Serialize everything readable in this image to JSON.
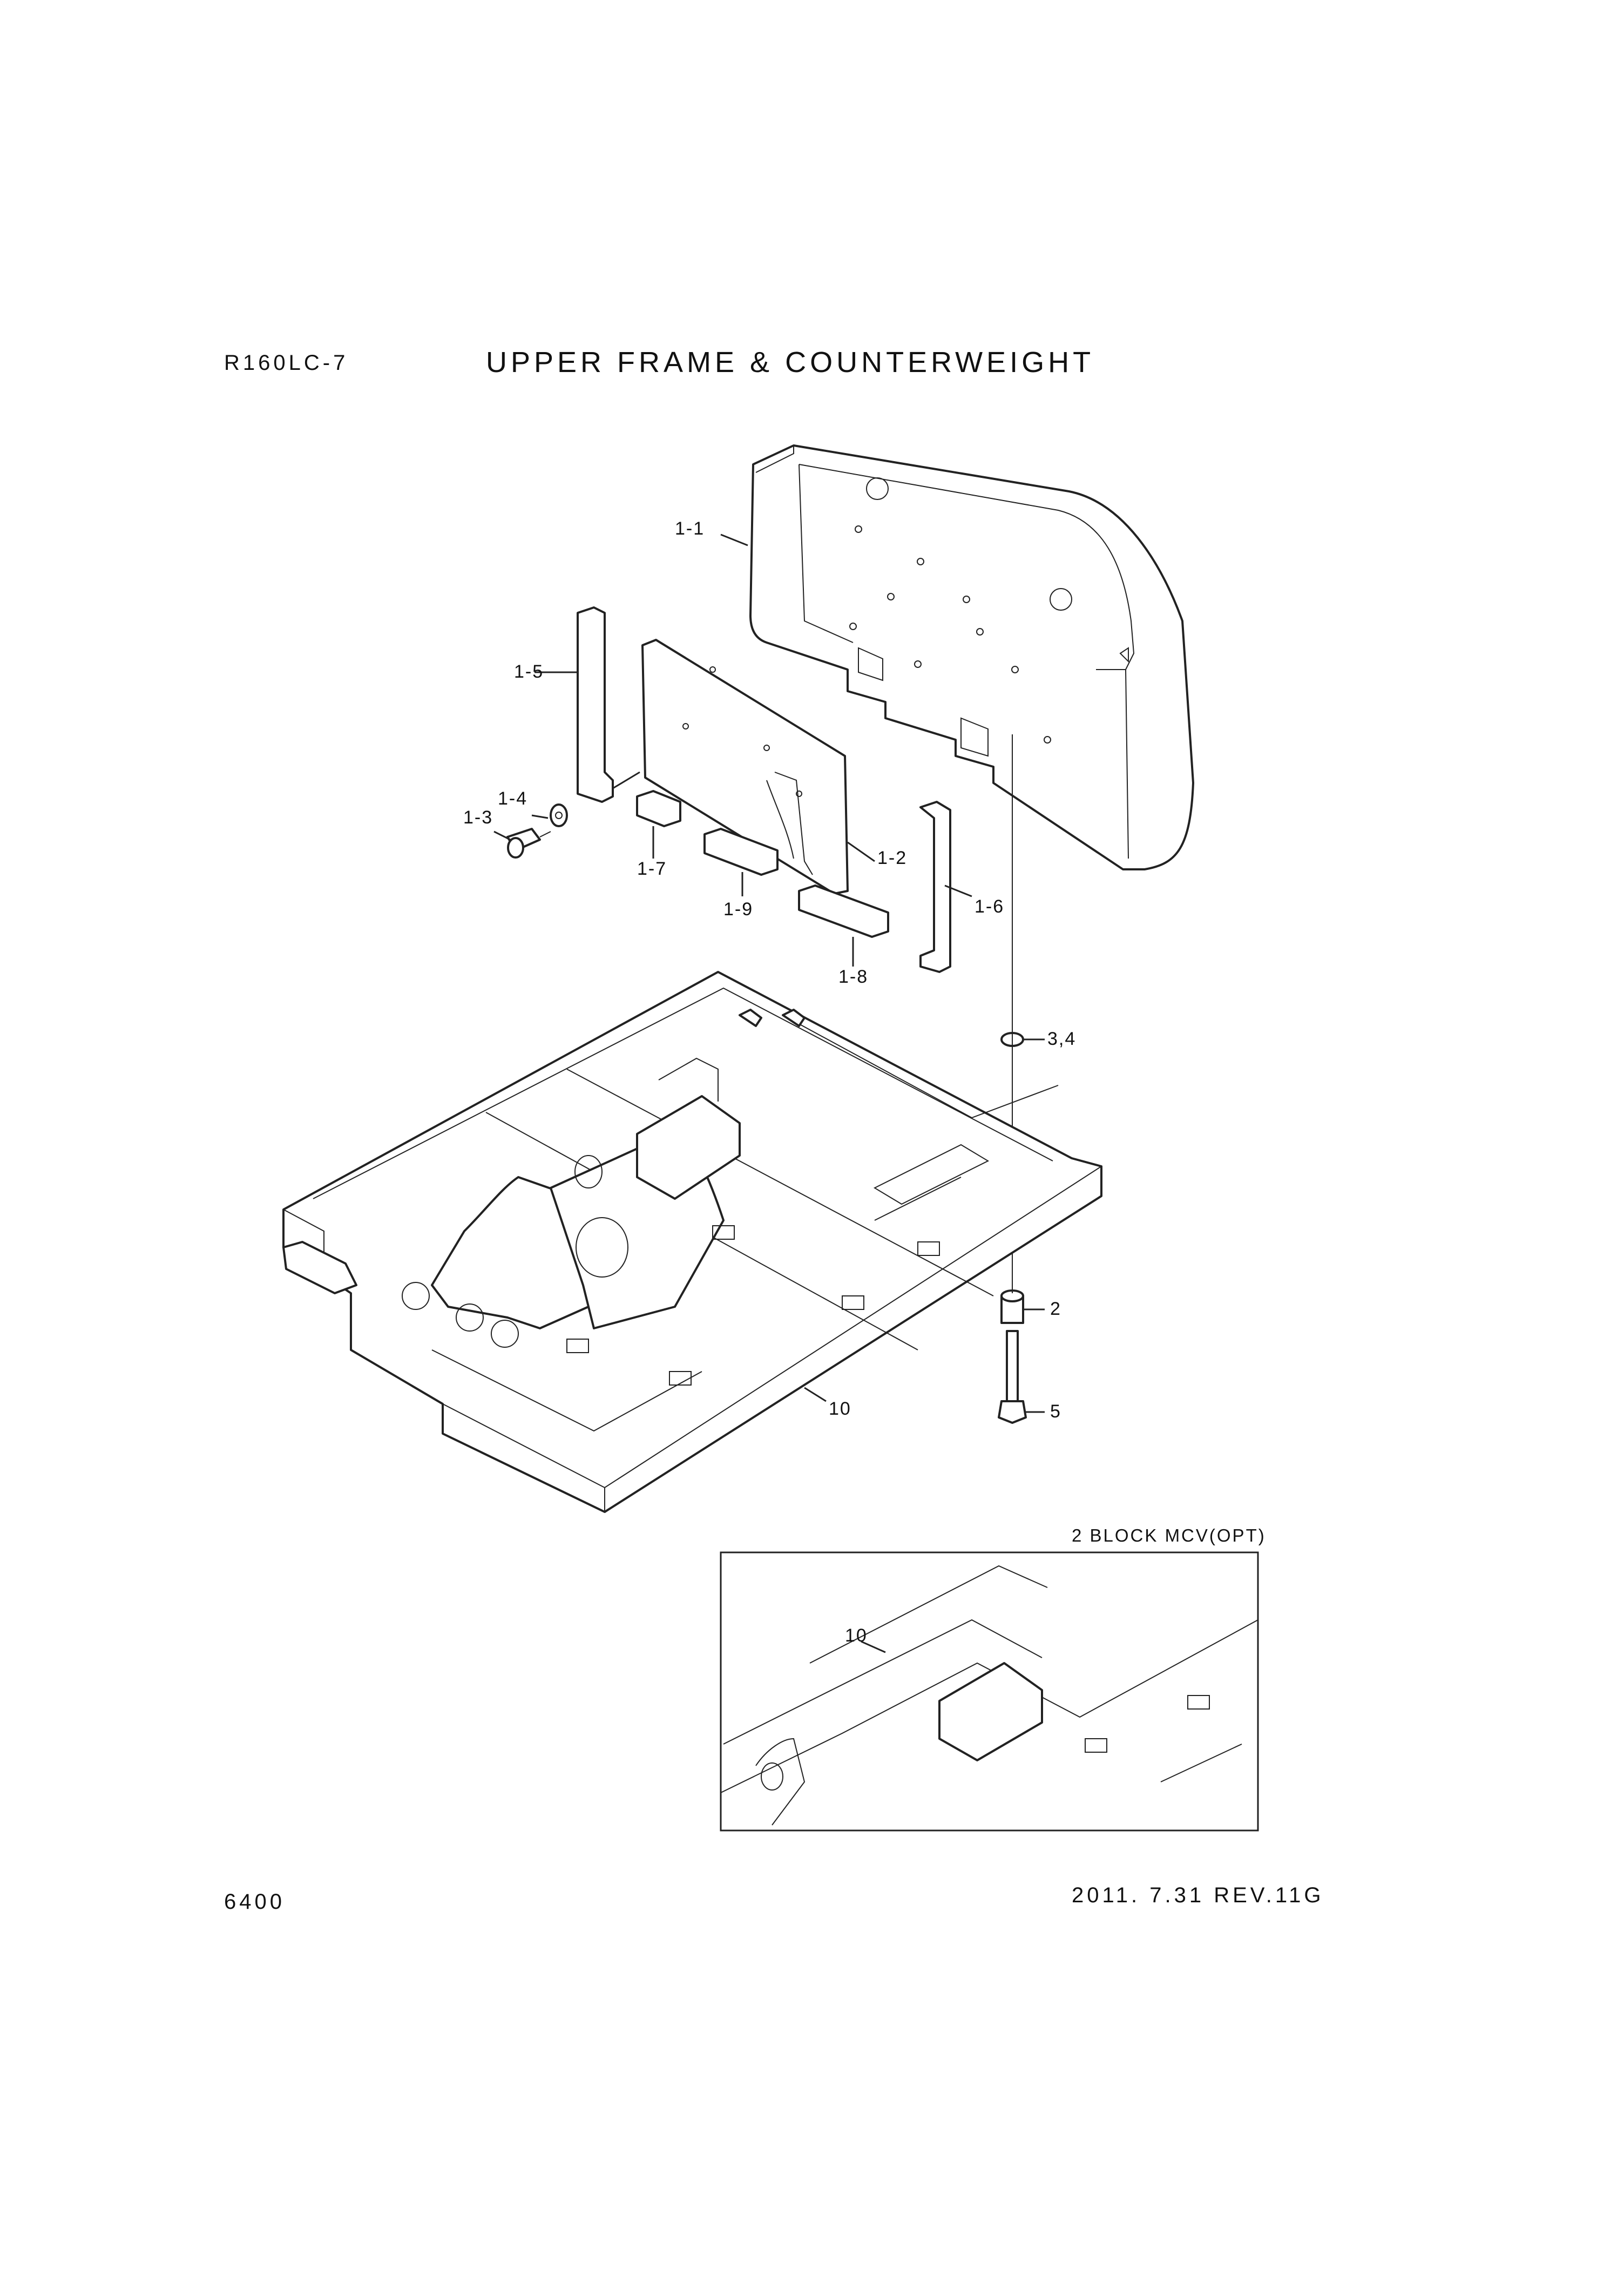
{
  "header": {
    "model": "R160LC-7",
    "title": "UPPER FRAME & COUNTERWEIGHT"
  },
  "footer": {
    "page": "6400",
    "revision": "2011. 7.31  REV.11G"
  },
  "inset": {
    "title": "2 BLOCK MCV(OPT)",
    "callout": "10"
  },
  "callouts": {
    "p1_1": "1-1",
    "p1_2": "1-2",
    "p1_3": "1-3",
    "p1_4": "1-4",
    "p1_5": "1-5",
    "p1_6": "1-6",
    "p1_7": "1-7",
    "p1_8": "1-8",
    "p1_9": "1-9",
    "p2": "2",
    "p3_4": "3,4",
    "p5": "5",
    "p10": "10"
  }
}
